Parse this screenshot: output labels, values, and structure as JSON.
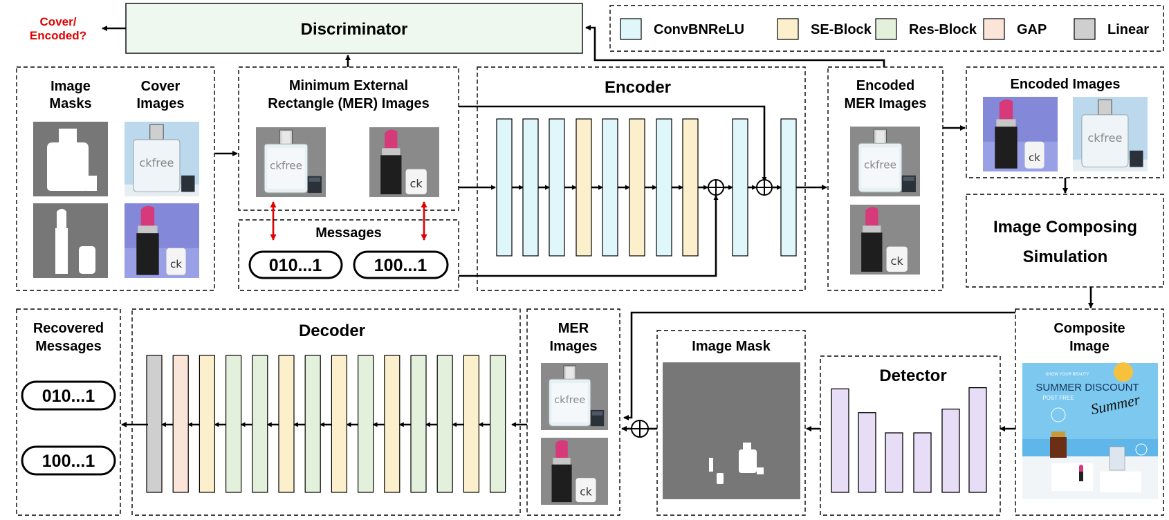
{
  "discriminator": {
    "label": "Discriminator",
    "output": "Cover/\nEncoded?"
  },
  "legend": [
    {
      "label": "ConvBNReLU",
      "color": "#dff7fb"
    },
    {
      "label": "SE-Block",
      "color": "#fcefcc"
    },
    {
      "label": "Res-Block",
      "color": "#e3f1dc"
    },
    {
      "label": "GAP",
      "color": "#fbe4d8"
    },
    {
      "label": "Linear",
      "color": "#cfcfcf"
    }
  ],
  "inputs": {
    "masks_label": "Image\nMasks",
    "covers_label": "Cover\nImages"
  },
  "mer": {
    "label": "Minimum External\nRectangle (MER) Images"
  },
  "messages": {
    "label": "Messages",
    "values": [
      "010...1",
      "100...1"
    ]
  },
  "encoder": {
    "label": "Encoder",
    "blocks": [
      "ConvBNReLU",
      "ConvBNReLU",
      "ConvBNReLU",
      "SE-Block",
      "ConvBNReLU",
      "SE-Block",
      "ConvBNReLU",
      "SE-Block",
      "ConvBNReLU",
      "ConvBNReLU"
    ]
  },
  "encoded_mer": {
    "label": "Encoded\nMER Images"
  },
  "encoded_images": {
    "label": "Encoded Images"
  },
  "composing": {
    "label": "Image Composing\nSimulation"
  },
  "composite": {
    "label": "Composite\nImage",
    "ad_text": {
      "top": "SHOW YOUR BEAUTY",
      "main": "SUMMER DISCOUNT",
      "sub": "POST FREE",
      "script": "Summer"
    }
  },
  "detector": {
    "label": "Detector",
    "bar_levels": [
      0.87,
      0.67,
      0.5,
      0.5,
      0.7,
      0.88
    ]
  },
  "image_mask": {
    "label": "Image Mask"
  },
  "mer_images": {
    "label": "MER\nImages"
  },
  "decoder": {
    "label": "Decoder",
    "blocks": [
      "Linear",
      "GAP",
      "SE-Block",
      "Res-Block",
      "Res-Block",
      "SE-Block",
      "Res-Block",
      "SE-Block",
      "Res-Block",
      "SE-Block",
      "Res-Block",
      "Res-Block",
      "SE-Block",
      "Res-Block"
    ]
  },
  "recovered": {
    "label": "Recovered\nMessages",
    "values": [
      "010...1",
      "100...1"
    ]
  },
  "product_text": {
    "brand": "ckfree",
    "logo": "ck"
  }
}
